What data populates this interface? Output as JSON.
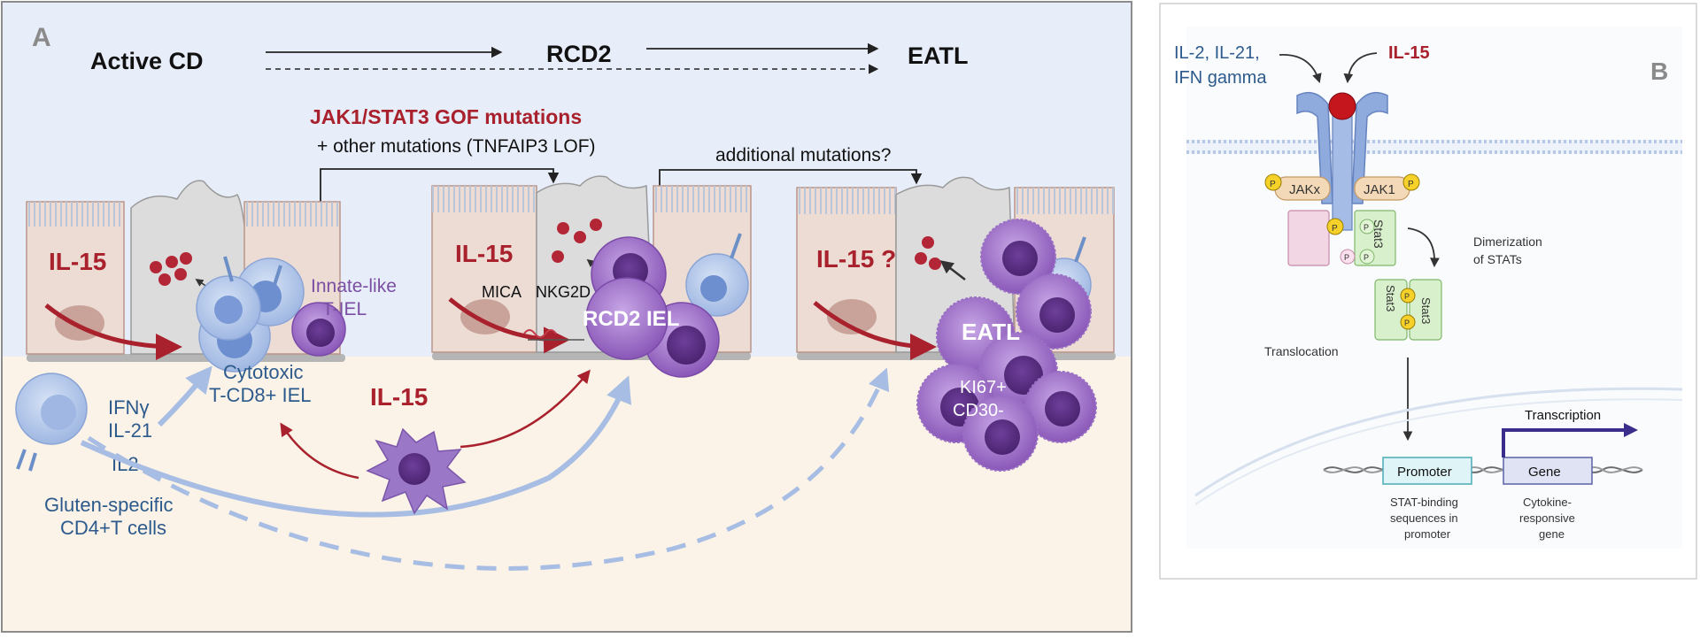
{
  "panel_a": {
    "letter": "A",
    "stages": [
      "Active CD",
      "RCD2",
      "EATL"
    ],
    "mutation_gof": "JAK1/STAT3 GOF mutations",
    "mutation_other": "+ other mutations  (TNFAIP3 LOF)",
    "additional": "additional mutations?",
    "il15_1": "IL-15",
    "il15_2": "IL-15",
    "il15_3": "IL-15 ?",
    "il15_lamina": "IL-15",
    "innate_label_1": "Innate-like",
    "innate_label_2": "T-IEL",
    "cytotoxic_1": "Cytotoxic",
    "cytotoxic_2": "T-CD8+ IEL",
    "mica": "MICA",
    "nkg2d": "NKG2D",
    "rcd2_iel": "RCD2 IEL",
    "eatl": "EATL",
    "ki67": "KI67+",
    "cd30": "CD30-",
    "ifng": "IFNγ",
    "il21": "IL-21",
    "il2": "IL2",
    "gluten_1": "Gluten-specific",
    "gluten_2": "CD4+T cells"
  },
  "panel_b": {
    "letter": "B",
    "cytokines_1": "IL-2, IL-21,",
    "cytokines_2": "IFN gamma",
    "il15": "IL-15",
    "jakx": "JAKx",
    "jak1": "JAK1",
    "p": "P",
    "stat3": "Stat3",
    "dimerization_1": "Dimerization",
    "dimerization_2": "of STATs",
    "translocation": "Translocation",
    "transcription": "Transcription",
    "promoter": "Promoter",
    "gene": "Gene",
    "stat_binding_1": "STAT-binding",
    "stat_binding_2": "sequences in",
    "stat_binding_3": "promoter",
    "cytokine_gene_1": "Cytokine-",
    "cytokine_gene_2": "responsive",
    "cytokine_gene_3": "gene"
  },
  "colors": {
    "lumen": "#e8eef9",
    "lamina": "#fbf3e8",
    "il15_red": "#a8212c",
    "blue_text": "#2d5a8c",
    "purple_text": "#7a4fa3",
    "cd8_cell": "#a9c0e6",
    "purple_cell": "#8a58b8"
  }
}
